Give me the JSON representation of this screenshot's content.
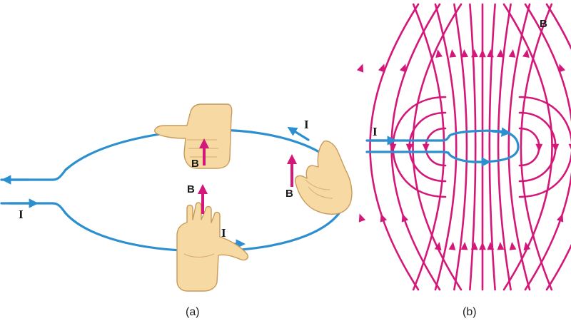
{
  "colors": {
    "wire": "#2b8fd0",
    "field": "#d4187a",
    "skin": "#f7d9a3",
    "skin_edge": "#c99a5b",
    "text": "#1a1a1a"
  },
  "panel_a": {
    "caption": "(a)",
    "current_label_left": "I",
    "current_label_bottom": "I",
    "current_label_right": "I",
    "field_label_top_hand": "B",
    "field_label_center": "B",
    "field_label_right_hand": "B"
  },
  "panel_b": {
    "caption": "(b)",
    "current_label": "I",
    "field_label": "B"
  }
}
